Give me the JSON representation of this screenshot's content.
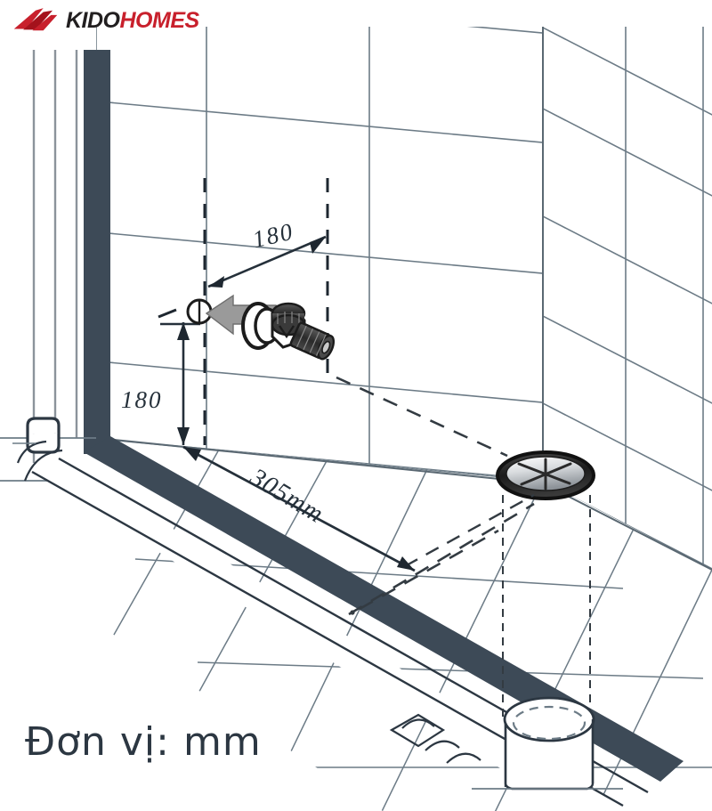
{
  "brand": {
    "logo_icon": "kidohomes-swoosh-logo",
    "name_part1": "KIDO",
    "name_part2": "HOMES"
  },
  "diagram": {
    "title_note": "Đơn vị: mm",
    "dimensions": {
      "top_horizontal": "180",
      "left_vertical": "180",
      "floor_diagonal": "305mm"
    },
    "colors": {
      "pipe_dark": "#3d4a57",
      "pipe_outline": "#2c3742",
      "tile_line": "#6c7b86",
      "dimension_line": "#25303a",
      "fitting_dark": "#2a2a2a",
      "arrow_gray": "#9a9a9a",
      "brand_red": "#c8202c",
      "brand_black": "#221f20",
      "background": "#ffffff"
    },
    "elements": {
      "valve_fitting": "angle-valve-fitting",
      "floor_drain": "floor-drain-grate",
      "supply_pipe": "water-supply-pipe",
      "drain_pipe": "vertical-drain-pipe",
      "wall_left": "tiled-left-wall",
      "wall_right": "tiled-right-wall",
      "floor": "tiled-floor",
      "pointer_arrow": "valve-position-arrow"
    }
  }
}
